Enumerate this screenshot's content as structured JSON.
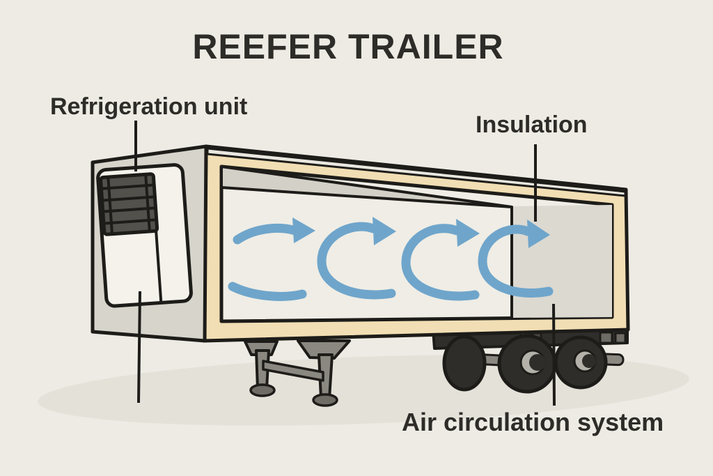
{
  "title": "REEFER TRAILER",
  "labels": {
    "refrigeration_unit": "Refrigeration unit",
    "insulation": "Insulation",
    "air_circulation": "Air circulation system"
  },
  "diagram": {
    "type": "annotated-illustration",
    "subject": "Refrigerated (reefer) trailer cutaway side view",
    "annotations": [
      {
        "label": "Refrigeration unit",
        "points_to": "grille and door panel on trailer nose"
      },
      {
        "label": "Insulation",
        "points_to": "tan wall layer framing the cutaway opening"
      },
      {
        "label": "Air circulation system",
        "points_to": "blue looping airflow arrows inside the trailer"
      }
    ],
    "airflow_arrow_count": 4
  },
  "colors": {
    "background": "#EDEBE3",
    "text": "#2D2C28",
    "outline": "#1D1C19",
    "trailer_front": "#D7D4CB",
    "insulation_layer": "#F1DEB4",
    "interior_wall": "#EFEDE5",
    "interior_back_wall": "#DCD9D1",
    "ceiling_shading": "#D3D0C7",
    "airflow_arrow": "#6FA5CB",
    "tires": "#2E2D2A",
    "metal_gray": "#8A8880",
    "ground_shadow": "#E4E1D9"
  }
}
